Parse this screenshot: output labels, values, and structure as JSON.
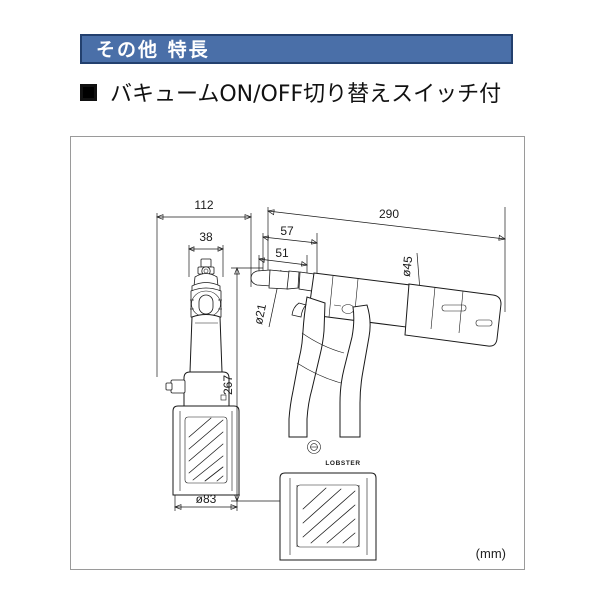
{
  "header": {
    "title": "その他 特長"
  },
  "feature": {
    "bullet_icon": "filled-square-bullet",
    "text": "バキュームON/OFF切り替えスイッチ付"
  },
  "drawing": {
    "unit_note": "(mm)",
    "brand_logo": "LOBSTER",
    "dimensions": {
      "front_overall_width": "112",
      "front_nose_width": "38",
      "front_base_diameter": "ø83",
      "side_overall_length": "290",
      "side_nose_a": "57",
      "side_nose_b": "51",
      "side_body_diameter": "ø45",
      "side_nose_diameter": "ø21",
      "side_overall_height": "267"
    }
  },
  "colors": {
    "header_fill": "#4a6fa8",
    "header_border": "#23406e",
    "header_text": "#ffffff",
    "body_text": "#111111",
    "frame_border": "#9a9a9a",
    "line": "#1a1a1a",
    "page_background": "#ffffff"
  }
}
